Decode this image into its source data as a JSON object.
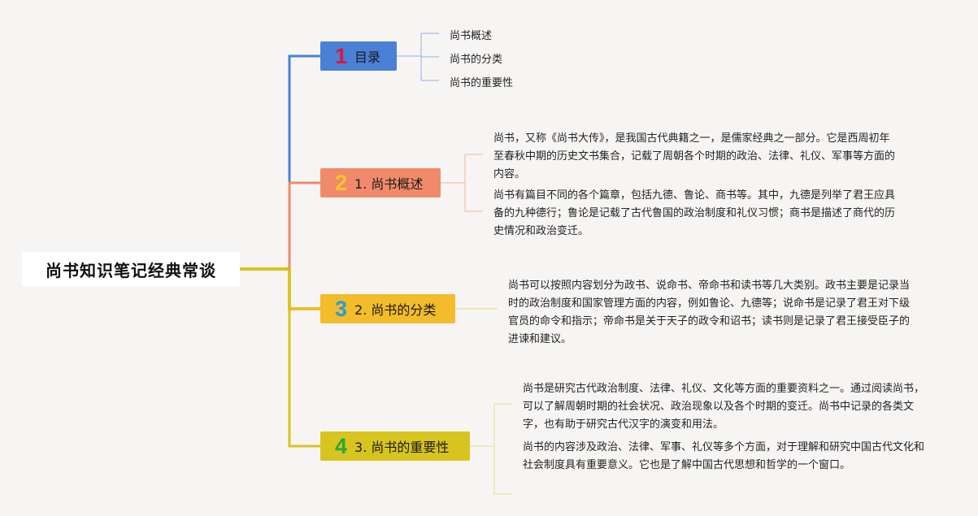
{
  "root": {
    "title": "尚书知识笔记经典常谈"
  },
  "branches": [
    {
      "number": "1",
      "label": "目录"
    },
    {
      "number": "2",
      "label": "1. 尚书概述"
    },
    {
      "number": "3",
      "label": "2. 尚书的分类"
    },
    {
      "number": "4",
      "label": "3. 尚书的重要性"
    }
  ],
  "toc": [
    "尚书概述",
    "尚书的分类",
    "尚书的重要性"
  ],
  "overview": [
    "尚书，又称《尚书大传》，是我国古代典籍之一，是儒家经典之一部分。它是西周初年至春秋中期的历史文书集合，记载了周朝各个时期的政治、法律、礼仪、军事等方面的内容。",
    "尚书有篇目不同的各个篇章，包括九德、鲁论、商书等。其中，九德是列举了君王应具备的九种德行；鲁论是记载了古代鲁国的政治制度和礼仪习惯；商书是描述了商代的历史情况和政治变迁。"
  ],
  "classification": [
    "尚书可以按照内容划分为政书、说命书、帝命书和读书等几大类别。政书主要是记录当时的政治制度和国家管理方面的内容，例如鲁论、九德等；说命书是记录了君王对下级官员的命令和指示；帝命书是关于天子的政令和诏书；读书则是记录了君王接受臣子的进谏和建议。"
  ],
  "importance": [
    "尚书是研究古代政治制度、法律、礼仪、文化等方面的重要资料之一。通过阅读尚书，可以了解周朝时期的社会状况、政治现象以及各个时期的变迁。尚书中记录的各类文字，也有助于研究古代汉字的演变和用法。",
    "尚书的内容涉及政治、法律、军事、礼仪等多个方面，对于理解和研究中国古代文化和社会制度具有重要意义。它也是了解中国古代思想和哲学的一个窗口。"
  ],
  "colors": {
    "blue": "#4a80d6",
    "salmon": "#f08a6a",
    "orange": "#f2bc2a",
    "olive": "#d8c41e",
    "root_connector": "#e0c020"
  }
}
